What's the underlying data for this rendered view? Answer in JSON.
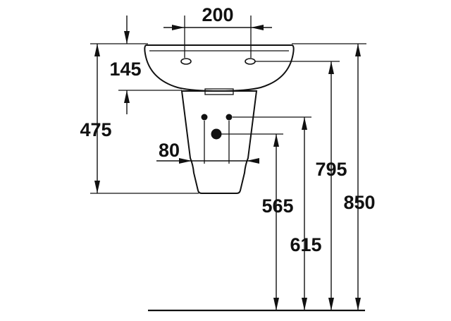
{
  "dimensions": {
    "tap_hole_spacing": "200",
    "basin_rim_to_tap_holes": "145",
    "pedestal_height": "475",
    "pedestal_base_width": "80",
    "drain_height": "565",
    "supply_height": "615",
    "tap_hole_height": "795",
    "overall_height": "850"
  },
  "colors": {
    "ink": "#111111",
    "background": "#ffffff"
  }
}
